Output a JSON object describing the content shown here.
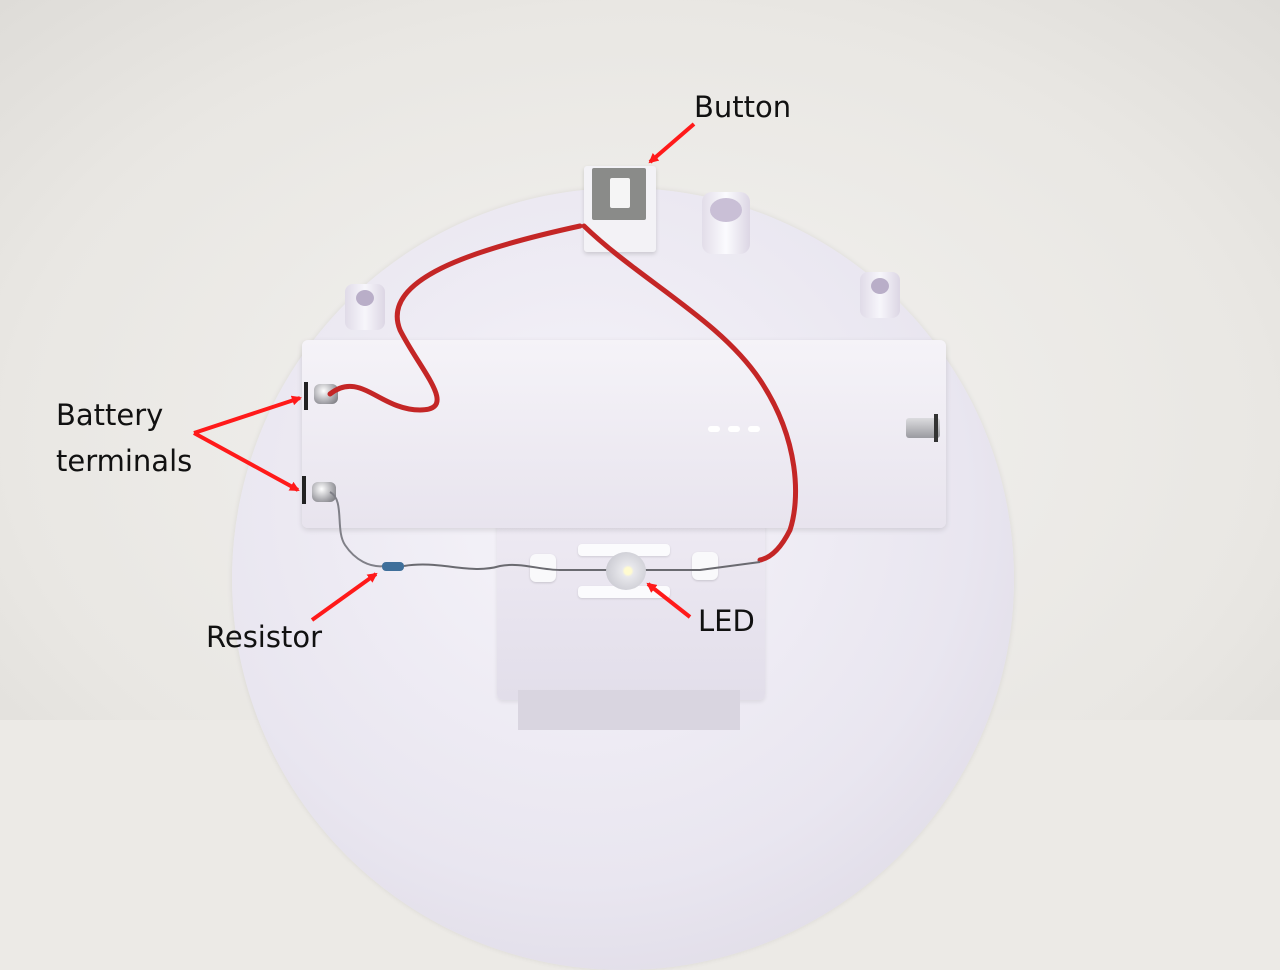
{
  "image": {
    "description": "Annotated photo of a simple LED circuit on a white plastic lamp base",
    "background_color": "#eceae6",
    "wire_color": "#cc2a2a",
    "arrow_color": "#ff1a1a"
  },
  "labels": {
    "button": "Button",
    "battery_line1": "Battery",
    "battery_line2": "terminals",
    "resistor": "Resistor",
    "led": "LED"
  }
}
